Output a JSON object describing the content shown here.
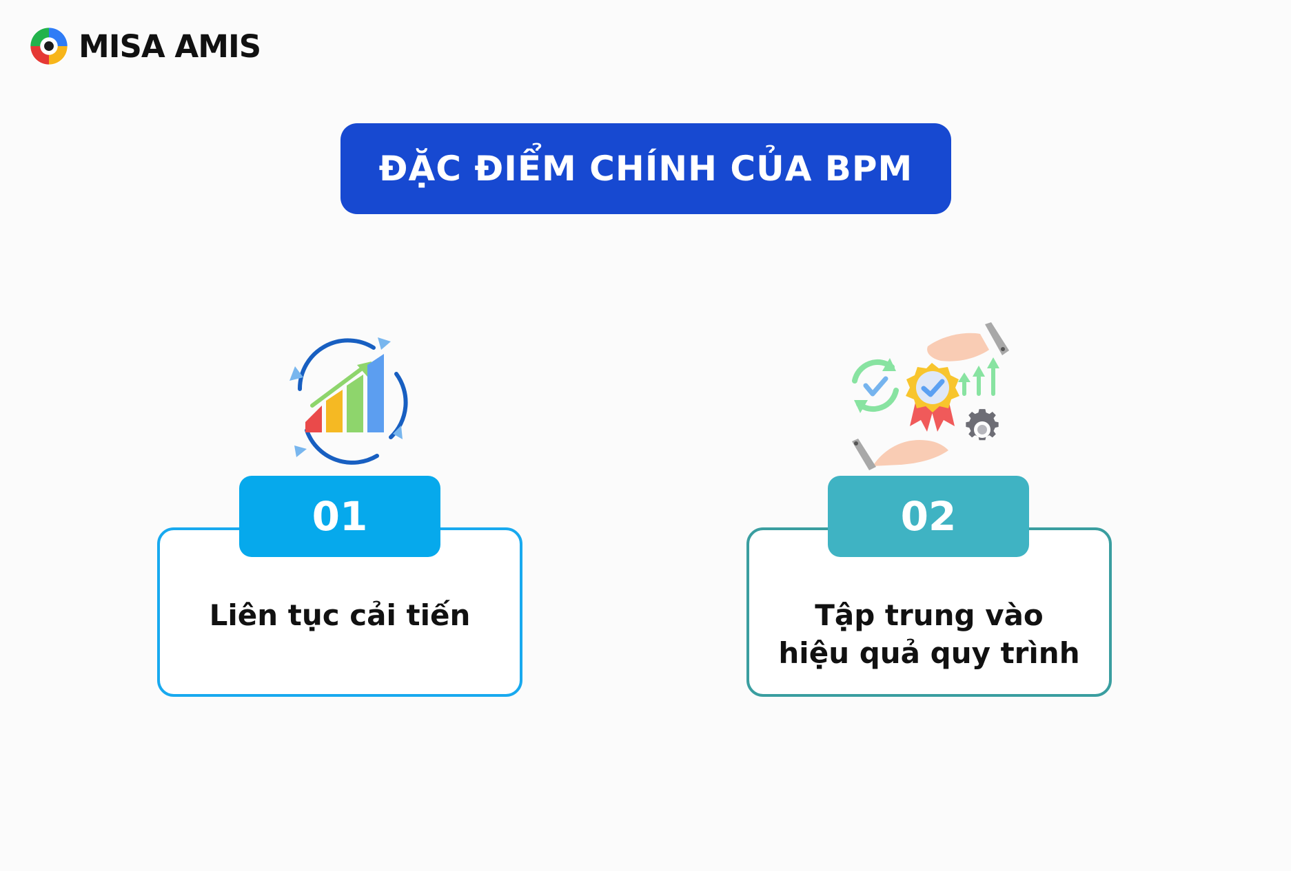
{
  "logo": {
    "name": "MISA AMIS",
    "icon": "misa-amis-logo-icon"
  },
  "title": {
    "text": "ĐẶC ĐIỂM CHÍNH CỦA BPM"
  },
  "colors": {
    "title_bg": "#1749d1",
    "blue_accent": "#06a9ec",
    "teal_accent": "#3fb3c3",
    "card_border_1": "#18a9ef",
    "card_border_2": "#3a9ea0",
    "text_dark": "#111111",
    "background": "#fbfbfb"
  },
  "items": [
    {
      "number": "01",
      "label": "Liên tục cải tiến",
      "icon": "growth-chart-icon"
    },
    {
      "number": "02",
      "label": "Tập trung vào hiệu quả quy trình",
      "icon": "quality-process-icon"
    }
  ]
}
